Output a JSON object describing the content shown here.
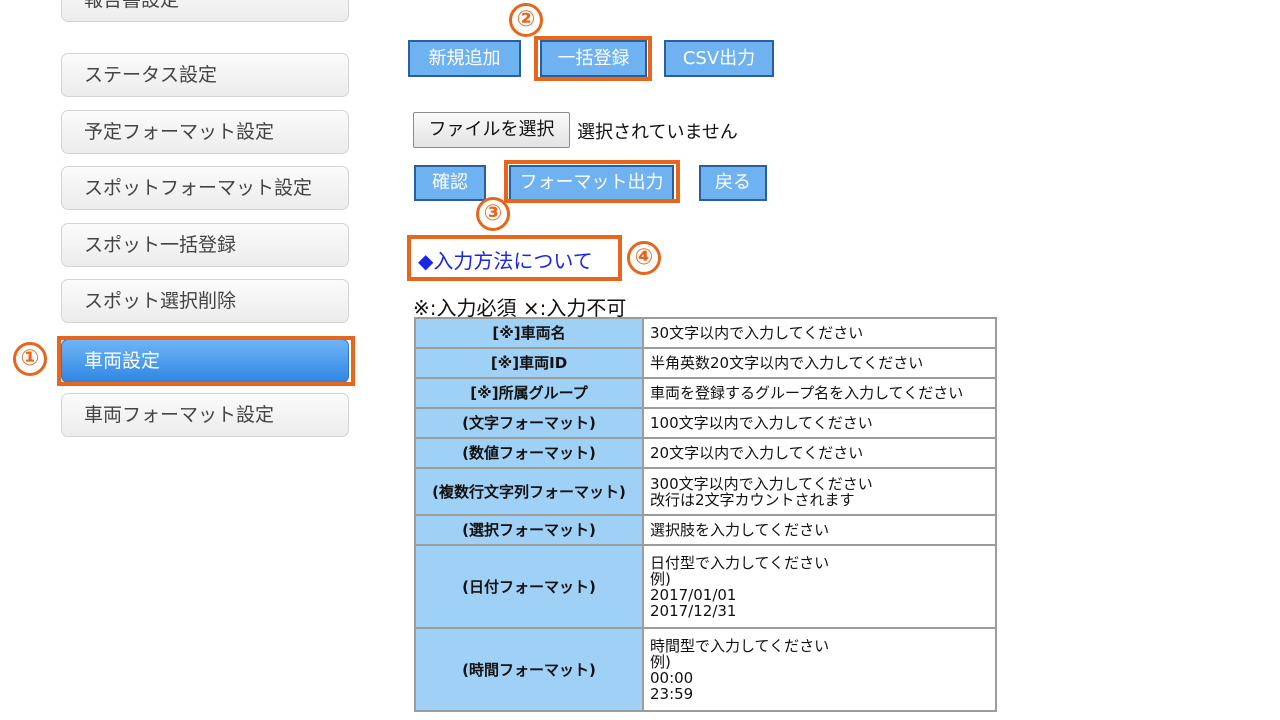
{
  "sidebar": {
    "items": [
      {
        "label": "報告書設定",
        "active": false
      },
      {
        "label": "ステータス設定",
        "active": false
      },
      {
        "label": "予定フォーマット設定",
        "active": false
      },
      {
        "label": "スポットフォーマット設定",
        "active": false
      },
      {
        "label": "スポット一括登録",
        "active": false
      },
      {
        "label": "スポット選択削除",
        "active": false
      },
      {
        "label": "車両設定",
        "active": true
      },
      {
        "label": "車両フォーマット設定",
        "active": false
      }
    ]
  },
  "callouts": {
    "one": "①",
    "two": "②",
    "three": "③",
    "four": "④"
  },
  "toolbar": {
    "new_label": "新規追加",
    "bulk_label": "一括登録",
    "csv_label": "CSV出力"
  },
  "file": {
    "button_label": "ファイルを選択",
    "status": "選択されていません"
  },
  "actions": {
    "confirm_label": "確認",
    "format_label": "フォーマット出力",
    "back_label": "戻る"
  },
  "help_link": "◆入力方法について",
  "legend": "※:入力必須 ×:入力不可",
  "table": {
    "rows": [
      {
        "header": "[※]車両名",
        "lines": [
          "30文字以内で入力してください"
        ]
      },
      {
        "header": "[※]車両ID",
        "lines": [
          "半角英数20文字以内で入力してください"
        ]
      },
      {
        "header": "[※]所属グループ",
        "lines": [
          "車両を登録するグループ名を入力してください"
        ]
      },
      {
        "header": "(文字フォーマット)",
        "lines": [
          "100文字以内で入力してください"
        ]
      },
      {
        "header": "(数値フォーマット)",
        "lines": [
          "20文字以内で入力してください"
        ]
      },
      {
        "header": "(複数行文字列フォーマット)",
        "lines": [
          "300文字以内で入力してください",
          "改行は2文字カウントされます"
        ]
      },
      {
        "header": "(選択フォーマット)",
        "lines": [
          "選択肢を入力してください"
        ]
      },
      {
        "header": "(日付フォーマット)",
        "lines": [
          "日付型で入力してください",
          "例)",
          "2017/01/01",
          "2017/12/31"
        ]
      },
      {
        "header": "(時間フォーマット)",
        "lines": [
          "時間型で入力してください",
          "例)",
          "00:00",
          "23:59"
        ]
      }
    ]
  },
  "colors": {
    "accent_orange": "#e8651c",
    "button_blue": "#6eb2f2",
    "header_cell_blue": "#9fd0f6",
    "link_blue": "#1a25e6"
  }
}
